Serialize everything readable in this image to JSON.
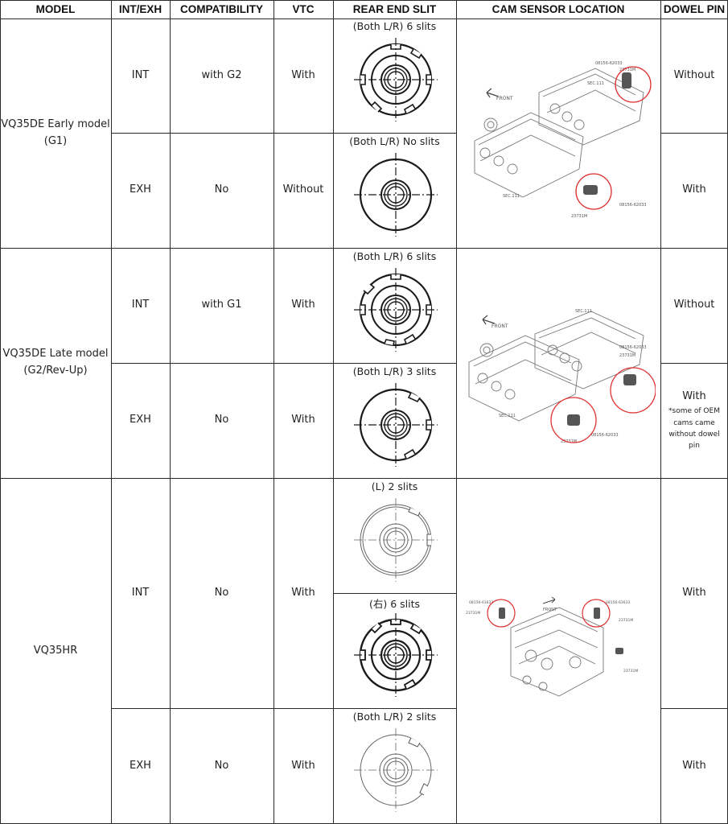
{
  "headers": {
    "model": "MODEL",
    "int_exh": "INT/EXH",
    "compatibility": "COMPATIBILITY",
    "vtc": "VTC",
    "rear_end_slit": "REAR END SLIT",
    "cam_sensor_location": "CAM SENSOR LOCATION",
    "dowel_pin": "DOWEL PIN"
  },
  "groups": [
    {
      "model_line1": "VQ35DE Early model",
      "model_line2": "(G1)",
      "rows": [
        {
          "int_exh": "INT",
          "compatibility": "with G2",
          "vtc": "With",
          "slits": [
            {
              "caption": "(Both L/R) 6 slits",
              "slit_count": 6
            }
          ],
          "dowel_pin": "Without"
        },
        {
          "int_exh": "EXH",
          "compatibility": "No",
          "vtc": "Without",
          "slits": [
            {
              "caption": "(Both L/R) No slits",
              "slit_count": 0
            }
          ],
          "dowel_pin": "With"
        }
      ],
      "diagram_labels": [
        "FRONT",
        "SEC.111",
        "SEC.111",
        "23731M",
        "23731M",
        "08156-62033",
        "08156-62033"
      ]
    },
    {
      "model_line1": "VQ35DE Late model",
      "model_line2": "(G2/Rev-Up)",
      "rows": [
        {
          "int_exh": "INT",
          "compatibility": "with G1",
          "vtc": "With",
          "slits": [
            {
              "caption": "(Both L/R) 6 slits",
              "slit_count": 6
            }
          ],
          "dowel_pin": "Without"
        },
        {
          "int_exh": "EXH",
          "compatibility": "No",
          "vtc": "With",
          "slits": [
            {
              "caption": "(Both L/R) 3 slits",
              "slit_count": 3
            }
          ],
          "dowel_pin": "With",
          "dowel_note": "*some of OEM cams came without dowel pin"
        }
      ],
      "diagram_labels": [
        "FRONT",
        "SEC.111",
        "SEC.111",
        "23731M",
        "23731M",
        "08156-62033",
        "08156-62033"
      ]
    },
    {
      "model_line1": "VQ35HR",
      "model_line2": "",
      "rows": [
        {
          "int_exh": "INT",
          "compatibility": "No",
          "vtc": "With",
          "slits": [
            {
              "caption": "(L) 2 slits",
              "slit_count": 2
            },
            {
              "caption": "(右) 6 slits",
              "slit_count": 6
            }
          ],
          "dowel_pin": "With"
        },
        {
          "int_exh": "EXH",
          "compatibility": "No",
          "vtc": "With",
          "slits": [
            {
              "caption": "(Both L/R) 2 slits",
              "slit_count": 2
            }
          ],
          "dowel_pin": "With"
        }
      ],
      "diagram_labels": [
        "FRONT",
        "23731M",
        "23731M",
        "08156-61633",
        "08156-61633",
        "23731M"
      ]
    }
  ],
  "colors": {
    "grid": "#2a2a2a",
    "highlight_circle": "#e03030",
    "drawing": "#1a1a1a"
  }
}
